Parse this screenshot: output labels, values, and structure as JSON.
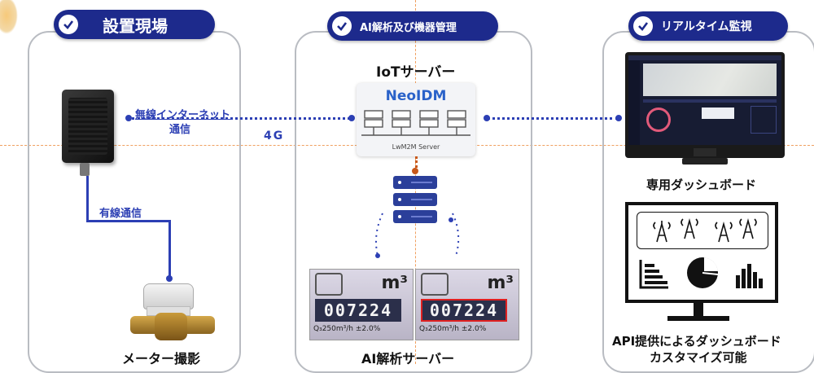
{
  "sections": {
    "site": {
      "title": "設置現場"
    },
    "ai": {
      "title": "AI解析及び機器管理"
    },
    "monitor": {
      "title": "リアルタイム監視"
    }
  },
  "labels": {
    "wireless": "無線インターネット",
    "wireless2": "通信",
    "network": "4G",
    "wired": "有線通信",
    "meter_capture": "メーター撮影",
    "iot_server": "IoTサーバー",
    "neoidm": "NeoIDM",
    "lwm2m": "LwM2M Server",
    "ai_server": "AI解析サーバー",
    "dashboard": "専用ダッシュボード",
    "api_line1": "API提供によるダッシュボード",
    "api_line2": "カスタマイズ可能"
  },
  "meter_photos": [
    {
      "reading": "007224",
      "rate": "Q₃250m³/h ±2.0%",
      "unit": "m³"
    },
    {
      "reading": "007224",
      "rate": "Q₃250m³/h ±2.0%",
      "unit": "m³"
    }
  ],
  "colors": {
    "navy": "#1d2a8c",
    "blue": "#2c3fb4",
    "orange_guide": "#f0a060"
  },
  "icons": [
    "check-icon",
    "gateway-device-icon",
    "water-meter-icon",
    "server-stack-icon",
    "monitor-icon",
    "antenna-icon",
    "bar-chart-icon",
    "pie-chart-icon",
    "histogram-icon"
  ]
}
